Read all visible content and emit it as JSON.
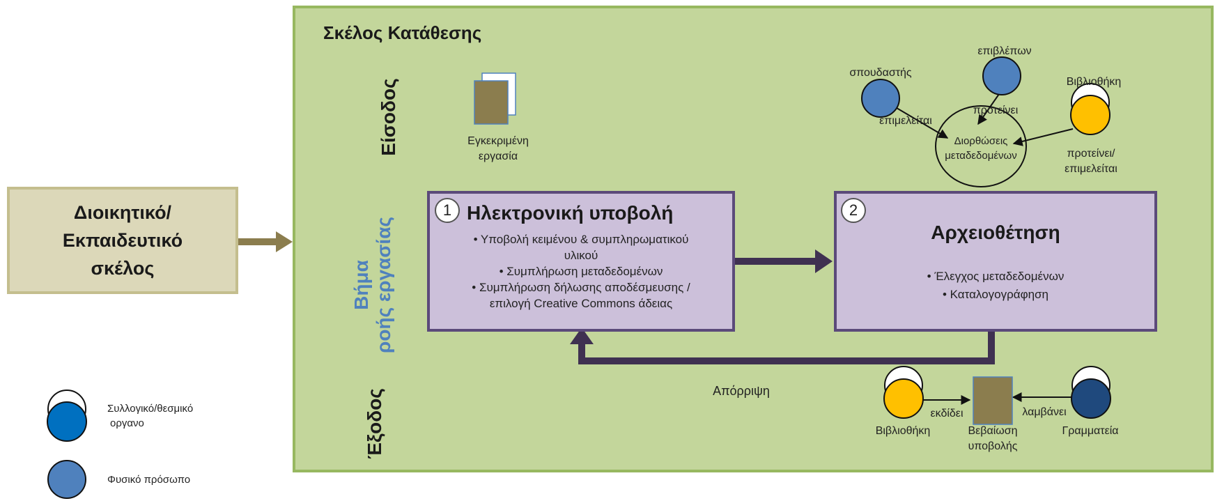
{
  "admin_box": {
    "line1": "Διοικητικό/",
    "line2": "Εκπαιδευτικό",
    "line3": "σκέλος"
  },
  "panel_title": "Σκέλος Κατάθεσης",
  "lanes": {
    "input": "Είσοδος",
    "workflow_line1": "Βήμα",
    "workflow_line2": "ροής εργασίας",
    "output": "Έξοδος"
  },
  "input_doc": {
    "line1": "Εγκεκριμένη",
    "line2": "εργασία"
  },
  "network": {
    "student": "σπουδαστής",
    "supervisor": "επιβλέπων",
    "library": "Βιβλιοθήκη",
    "edits": "επιμελείται",
    "proposes": "προτείνει",
    "proposes_edits_1": "προτείνει/",
    "proposes_edits_2": "επιμελείται",
    "center_line1": "Διορθώσεις",
    "center_line2": "μεταδεδομένων"
  },
  "step1": {
    "number": "1",
    "title": "Ηλεκτρονική υποβολή",
    "b1a": "• Υποβολή κειμένου & συμπληρωματικού",
    "b1b": "υλικού",
    "b2": "• Συμπλήρωση μεταδεδομένων",
    "b3a": "• Συμπλήρωση δήλωσης αποδέσμευσης /",
    "b3b": "επιλογή Creative Commons άδειας"
  },
  "step2": {
    "number": "2",
    "title": "Αρχειοθέτηση",
    "b1": "• Έλεγχος μεταδεδομένων",
    "b2": "• Καταλογογράφηση"
  },
  "reject_label": "Απόρριψη",
  "output": {
    "library": "Βιβλιοθήκη",
    "issues": "εκδίδει",
    "cert_line1": "Βεβαίωση",
    "cert_line2": "υποβολής",
    "receives": "λαμβάνει",
    "secretariat": "Γραμματεία"
  },
  "legend": {
    "collective_line1": "Συλλογικό/θεσμικό",
    "collective_line2": "οργανο",
    "person": "Φυσικό πρόσωπο"
  },
  "colors": {
    "panel": "#c3d69b",
    "process_box": "#ccc0da",
    "process_border": "#5b4a7a",
    "person_blue": "#4f81bd",
    "institution_yellow": "#ffc000",
    "institution_navy": "#1f497d",
    "institution_blue": "#0070c0",
    "document_olive": "#8b7d4e",
    "workflow_text": "#4f81bd"
  }
}
